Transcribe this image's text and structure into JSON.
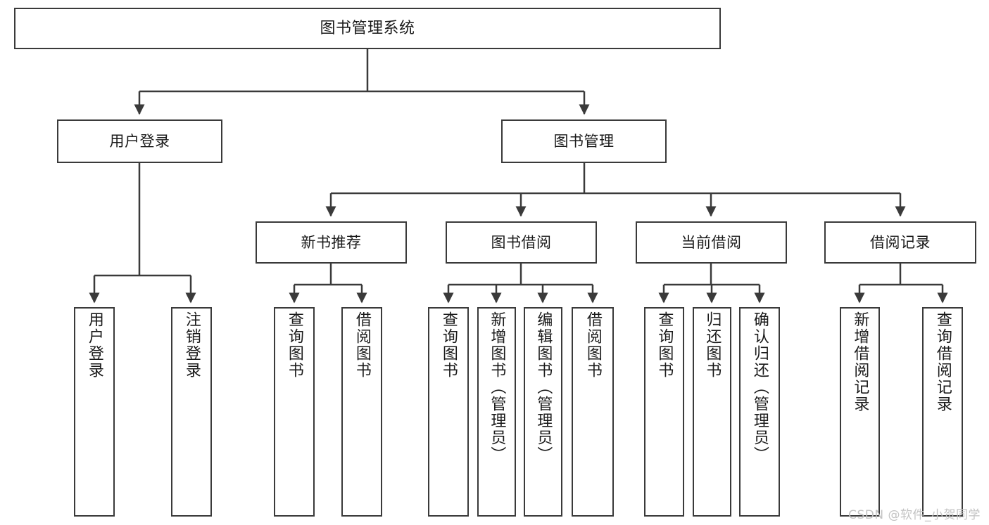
{
  "diagram": {
    "title": "图书管理系统",
    "watermark": "CSDN @软件_小贺同学",
    "line_color": "#3a3a3a",
    "background_color": "#ffffff",
    "text_color": "#1a1a1a",
    "watermark_color": "#c3c3c3",
    "root": {
      "label": "图书管理系统"
    },
    "level2": [
      {
        "label": "用户登录"
      },
      {
        "label": "图书管理"
      }
    ],
    "level3": [
      {
        "label": "新书推荐"
      },
      {
        "label": "图书借阅"
      },
      {
        "label": "当前借阅"
      },
      {
        "label": "借阅记录"
      }
    ],
    "leaves": {
      "user_login": [
        {
          "label": "用户登录"
        },
        {
          "label": "注销登录"
        }
      ],
      "new_book_recommend": [
        {
          "label": "查询图书"
        },
        {
          "label": "借阅图书"
        }
      ],
      "book_borrow": [
        {
          "label": "查询图书"
        },
        {
          "label": "新增图书（管理员）"
        },
        {
          "label": "编辑图书（管理员）"
        },
        {
          "label": "借阅图书"
        }
      ],
      "current_borrow": [
        {
          "label": "查询图书"
        },
        {
          "label": "归还图书"
        },
        {
          "label": "确认归还（管理员）"
        }
      ],
      "borrow_records": [
        {
          "label": "新增借阅记录"
        },
        {
          "label": "查询借阅记录"
        }
      ]
    }
  },
  "chart_data": {
    "type": "tree",
    "title": "图书管理系统",
    "nodes": [
      {
        "id": "root",
        "label": "图书管理系统",
        "level": 0,
        "parent": null
      },
      {
        "id": "n-user-login",
        "label": "用户登录",
        "level": 1,
        "parent": "root"
      },
      {
        "id": "n-book-mgmt",
        "label": "图书管理",
        "level": 1,
        "parent": "root"
      },
      {
        "id": "n-new-book",
        "label": "新书推荐",
        "level": 2,
        "parent": "n-book-mgmt"
      },
      {
        "id": "n-book-borrow",
        "label": "图书借阅",
        "level": 2,
        "parent": "n-book-mgmt"
      },
      {
        "id": "n-current-borrow",
        "label": "当前借阅",
        "level": 2,
        "parent": "n-book-mgmt"
      },
      {
        "id": "n-borrow-record",
        "label": "借阅记录",
        "level": 2,
        "parent": "n-book-mgmt"
      },
      {
        "id": "l-user-login-1",
        "label": "用户登录",
        "level": 2,
        "parent": "n-user-login"
      },
      {
        "id": "l-user-login-2",
        "label": "注销登录",
        "level": 2,
        "parent": "n-user-login"
      },
      {
        "id": "l-new-book-1",
        "label": "查询图书",
        "level": 3,
        "parent": "n-new-book"
      },
      {
        "id": "l-new-book-2",
        "label": "借阅图书",
        "level": 3,
        "parent": "n-new-book"
      },
      {
        "id": "l-book-borrow-1",
        "label": "查询图书",
        "level": 3,
        "parent": "n-book-borrow"
      },
      {
        "id": "l-book-borrow-2",
        "label": "新增图书（管理员）",
        "level": 3,
        "parent": "n-book-borrow"
      },
      {
        "id": "l-book-borrow-3",
        "label": "编辑图书（管理员）",
        "level": 3,
        "parent": "n-book-borrow"
      },
      {
        "id": "l-book-borrow-4",
        "label": "借阅图书",
        "level": 3,
        "parent": "n-book-borrow"
      },
      {
        "id": "l-current-borrow-1",
        "label": "查询图书",
        "level": 3,
        "parent": "n-current-borrow"
      },
      {
        "id": "l-current-borrow-2",
        "label": "归还图书",
        "level": 3,
        "parent": "n-current-borrow"
      },
      {
        "id": "l-current-borrow-3",
        "label": "确认归还（管理员）",
        "level": 3,
        "parent": "n-current-borrow"
      },
      {
        "id": "l-borrow-record-1",
        "label": "新增借阅记录",
        "level": 3,
        "parent": "n-borrow-record"
      },
      {
        "id": "l-borrow-record-2",
        "label": "查询借阅记录",
        "level": 3,
        "parent": "n-borrow-record"
      }
    ]
  }
}
